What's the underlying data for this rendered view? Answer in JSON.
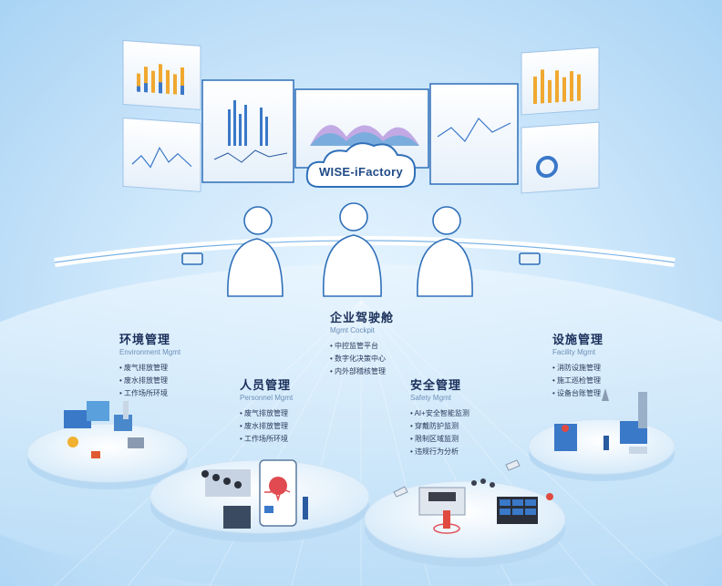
{
  "brand": "WISE-iFactory",
  "modules": [
    {
      "title": "企业驾驶舱",
      "subtitle": "Mgmt Cockpit",
      "items": [
        "中控监管平台",
        "数字化决策中心",
        "内外部稽核管理"
      ]
    },
    {
      "title": "环境管理",
      "subtitle": "Environment Mgmt",
      "items": [
        "废气排放管理",
        "废水排放管理",
        "工作场所环境"
      ]
    },
    {
      "title": "人员管理",
      "subtitle": "Personnel Mgmt",
      "items": [
        "废气排放管理",
        "废水排放管理",
        "工作场所环境"
      ]
    },
    {
      "title": "安全管理",
      "subtitle": "Safety Mgmt",
      "items": [
        "AI+安全智能监测",
        "穿戴防护监测",
        "限制区域监测",
        "违规行为分析"
      ]
    },
    {
      "title": "设施管理",
      "subtitle": "Facility Mgmt",
      "items": [
        "消防设施管理",
        "施工巡检管理",
        "设备台账管理"
      ]
    }
  ],
  "colors": {
    "title_text": "#1a2f5a",
    "subtitle_text": "#6c8fb8",
    "brand_text": "#1f4a86",
    "platform": "#eef6fd",
    "screen_frame": "#2f6fb8"
  },
  "icons": [
    "dashboard-screen-icon",
    "operator-silhouette-icon",
    "cloud-icon",
    "factory-illustration-icon",
    "meeting-people-icon",
    "phone-app-icon",
    "security-camera-icon",
    "control-room-icon",
    "industrial-equipment-icon"
  ]
}
